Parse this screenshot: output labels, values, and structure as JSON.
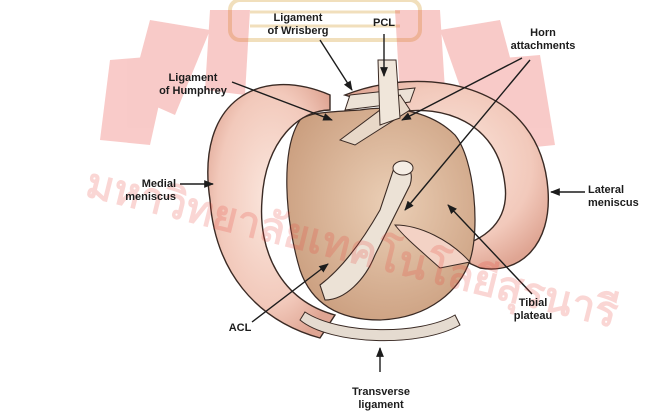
{
  "labels": {
    "wrisberg": [
      "Ligament",
      "of Wrisberg"
    ],
    "pcl": [
      "PCL"
    ],
    "horn": [
      "Horn",
      "attachments"
    ],
    "humphrey": [
      "Ligament",
      "of Humphrey"
    ],
    "medial": [
      "Medial",
      "meniscus"
    ],
    "lateral": [
      "Lateral",
      "meniscus"
    ],
    "tibial": [
      "Tibial",
      "plateau"
    ],
    "acl": [
      "ACL"
    ],
    "transverse": [
      "Transverse",
      "ligament"
    ]
  },
  "watermark": "มหาวิทยาลัยเทคโนโลยีสุรนารี",
  "colors": {
    "watermark": "#e8463c",
    "meniscus": "#f1c6b8",
    "plateau": "#dcb799",
    "ligament": "#ece2d6",
    "ink": "#1c1c1c"
  }
}
